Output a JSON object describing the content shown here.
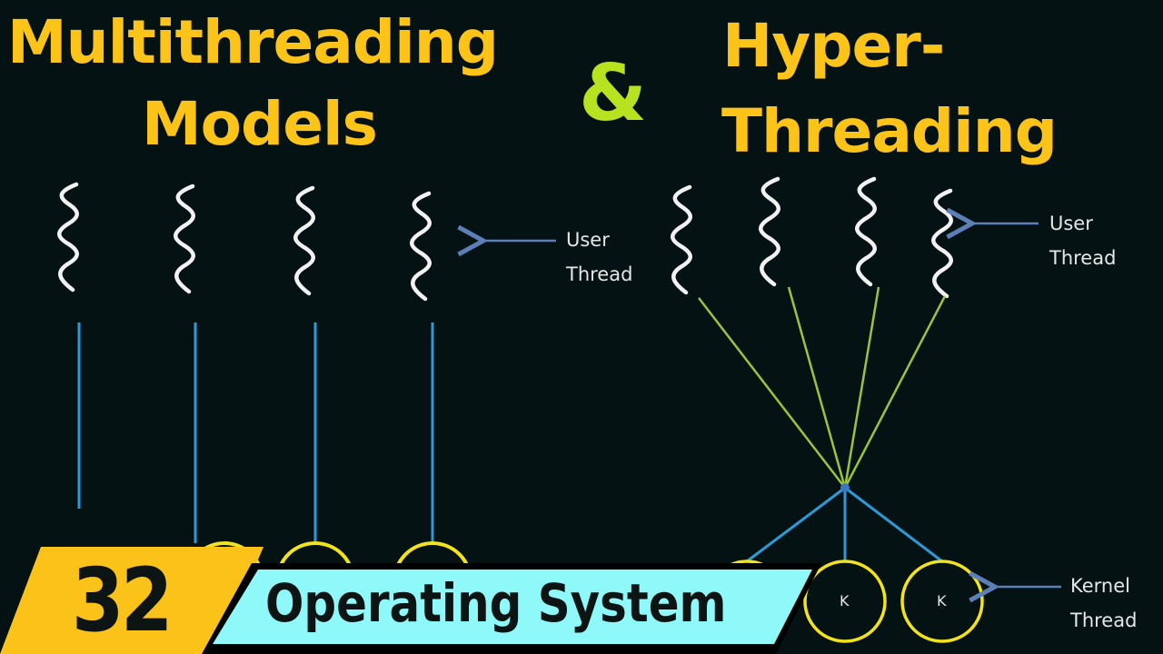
{
  "title": {
    "left_line1": "Multithreading",
    "left_line2": "Models",
    "ampersand": "&",
    "right_line1": "Hyper-",
    "right_line2": "Threading"
  },
  "diagram_left": {
    "user_label_line1": "User",
    "user_label_line2": "Thread",
    "user_thread_count": 4,
    "kernel_thread_count": 4
  },
  "diagram_right": {
    "user_label_line1": "User",
    "user_label_line2": "Thread",
    "kernel_label_line1": "Kernel",
    "kernel_label_line2": "Thread",
    "kernel_circle_labels": [
      "K",
      "K"
    ],
    "user_thread_count": 4,
    "kernel_thread_count": 3
  },
  "banner": {
    "episode_number": "32",
    "series_title": "Operating System"
  },
  "colors": {
    "background": "#051214",
    "title_yellow": "#fcc419",
    "ampersand_green": "#b6e21f",
    "connector_blue": "#2b9bd8",
    "connector_green": "#9ac43c",
    "kernel_circle_yellow": "#f2e31a",
    "arrow_blue": "#5b7fb6",
    "banner_yellow": "#fbc21a",
    "banner_cyan": "#8ff8f8"
  }
}
